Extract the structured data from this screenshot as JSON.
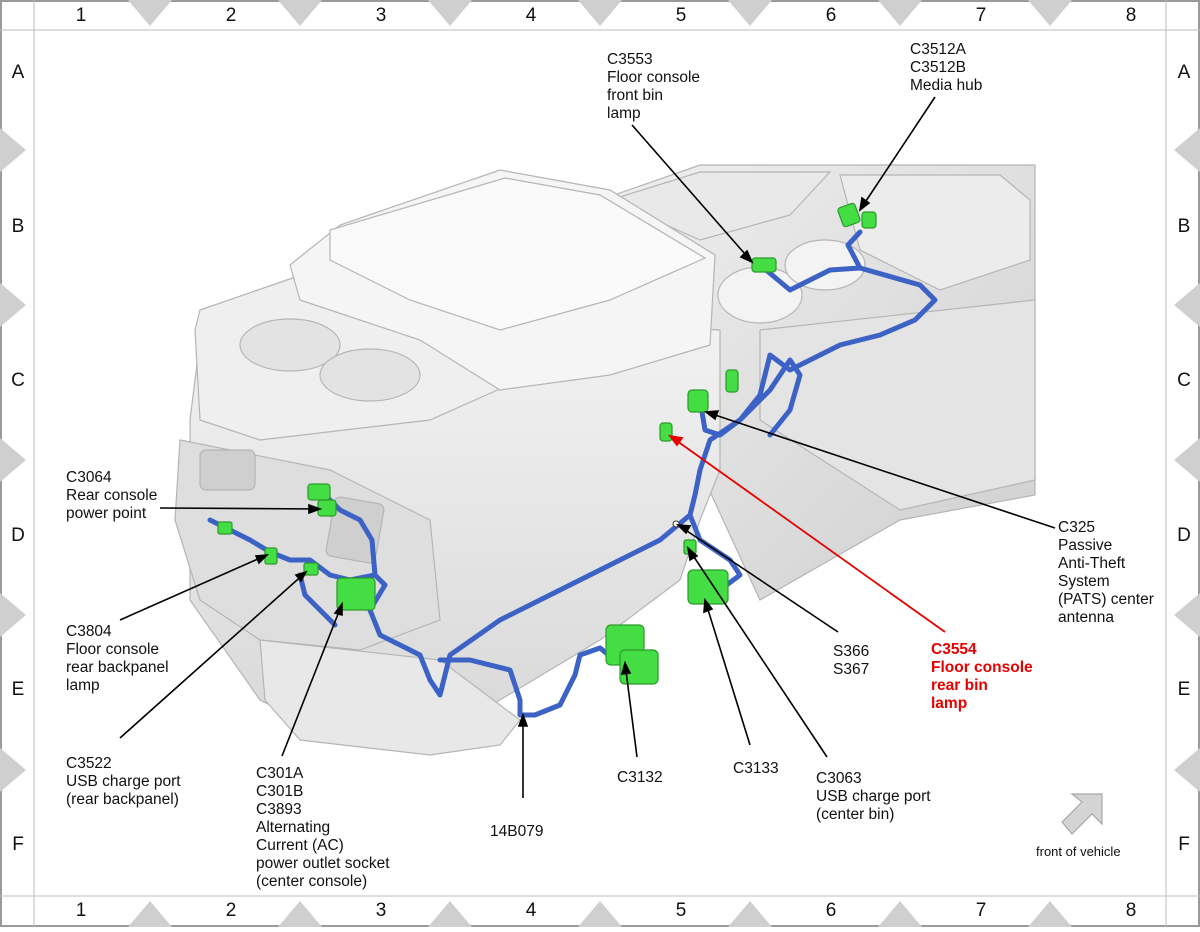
{
  "grid": {
    "columns": [
      "1",
      "2",
      "3",
      "4",
      "5",
      "6",
      "7",
      "8"
    ],
    "rows": [
      "A",
      "B",
      "C",
      "D",
      "E",
      "F"
    ]
  },
  "callouts": [
    {
      "id": "c3553",
      "lines": [
        "C3553",
        "Floor console",
        "front bin",
        "lamp"
      ],
      "highlight": false
    },
    {
      "id": "c3512",
      "lines": [
        "C3512A",
        "C3512B",
        "Media hub"
      ],
      "highlight": false
    },
    {
      "id": "c3064",
      "lines": [
        "C3064",
        "Rear console",
        "power point"
      ],
      "highlight": false
    },
    {
      "id": "c3804",
      "lines": [
        "C3804",
        "Floor console",
        "rear backpanel",
        "lamp"
      ],
      "highlight": false
    },
    {
      "id": "c3522",
      "lines": [
        "C3522",
        "USB charge port",
        "(rear backpanel)"
      ],
      "highlight": false
    },
    {
      "id": "c301",
      "lines": [
        "C301A",
        "C301B",
        "C3893",
        "Alternating",
        "Current (AC)",
        "power outlet socket",
        "(center console)"
      ],
      "highlight": false
    },
    {
      "id": "w14b079",
      "lines": [
        "14B079"
      ],
      "highlight": false
    },
    {
      "id": "c3132",
      "lines": [
        "C3132"
      ],
      "highlight": false
    },
    {
      "id": "c3133",
      "lines": [
        "C3133"
      ],
      "highlight": false
    },
    {
      "id": "c3063",
      "lines": [
        "C3063",
        "USB charge port",
        "(center bin)"
      ],
      "highlight": false
    },
    {
      "id": "s366",
      "lines": [
        "S366",
        "S367"
      ],
      "highlight": false
    },
    {
      "id": "c3554",
      "lines": [
        "C3554",
        "Floor console",
        "rear bin",
        "lamp"
      ],
      "highlight": true
    },
    {
      "id": "c325",
      "lines": [
        "C325",
        "Passive",
        "Anti-Theft",
        "System",
        "(PATS) center",
        "antenna"
      ],
      "highlight": false
    }
  ],
  "orientation": {
    "label": "front of vehicle",
    "icon": "arrow-up-right-icon"
  },
  "colors": {
    "harness": "#3b62c4",
    "connector": "#44dd44",
    "highlight": "#e60000",
    "console": "#e6e6e6"
  }
}
